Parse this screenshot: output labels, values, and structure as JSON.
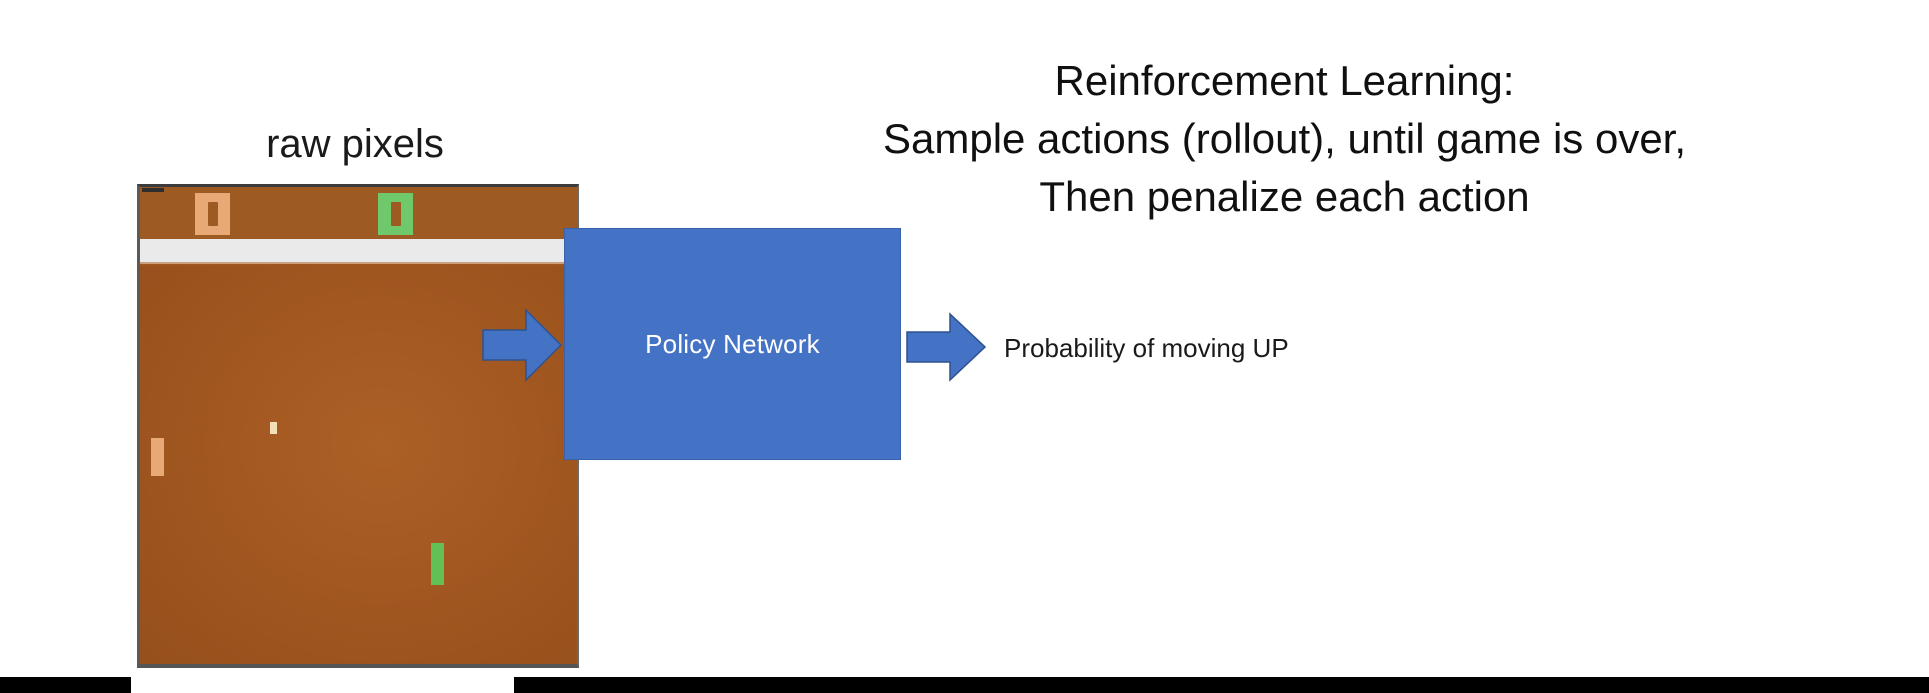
{
  "slide": {
    "background_color": "#ffffff",
    "title_lines": [
      "Reinforcement Learning:",
      "Sample actions (rollout), until game is over,",
      "Then penalize each action"
    ]
  },
  "input": {
    "caption": "raw pixels",
    "game": {
      "name": "pong-screenshot",
      "field_color": "#a0561f",
      "score_band_color": "#9d5a23",
      "divider_color": "#ebeaea",
      "left_score": "0",
      "right_score": "0",
      "left_score_box_color": "#e8a977",
      "right_score_box_color": "#6fc96a",
      "left_paddle_color": "#e8a977",
      "right_paddle_color": "#62c057",
      "ball_color": "#f4e0b5"
    }
  },
  "pipeline": {
    "input_arrow": "right-arrow-icon",
    "network_label": "Policy Network",
    "network_color": "#4472c4",
    "network_border_color": "#2f528f",
    "output_arrow": "right-arrow-icon",
    "output_label": "Probability of moving UP"
  },
  "footer": {
    "bar_color": "#000000"
  }
}
